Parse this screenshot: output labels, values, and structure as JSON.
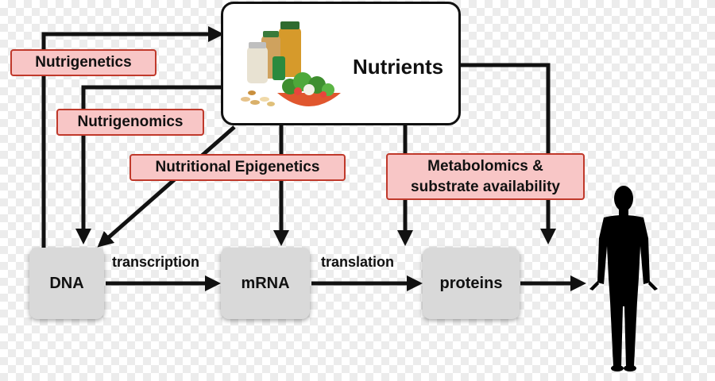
{
  "nodes": {
    "nutrients": "Nutrients",
    "dna": "DNA",
    "mrna": "mRNA",
    "proteins": "proteins"
  },
  "labels": {
    "nutrigenetics": "Nutrigenetics",
    "nutrigenomics": "Nutrigenomics",
    "nutritional_epigenetics": "Nutritional Epigenetics",
    "metabolomics": "Metabolomics & substrate availability"
  },
  "edges": {
    "transcription": "transcription",
    "translation": "translation"
  },
  "icons": {
    "nutrients_image": "supplements-and-vegetables-icon",
    "human": "human-silhouette-icon"
  },
  "colors": {
    "label_fill": "#f8c6c6",
    "label_border": "#c0392b",
    "node_fill": "#d9d9d9",
    "arrow": "#111111"
  }
}
